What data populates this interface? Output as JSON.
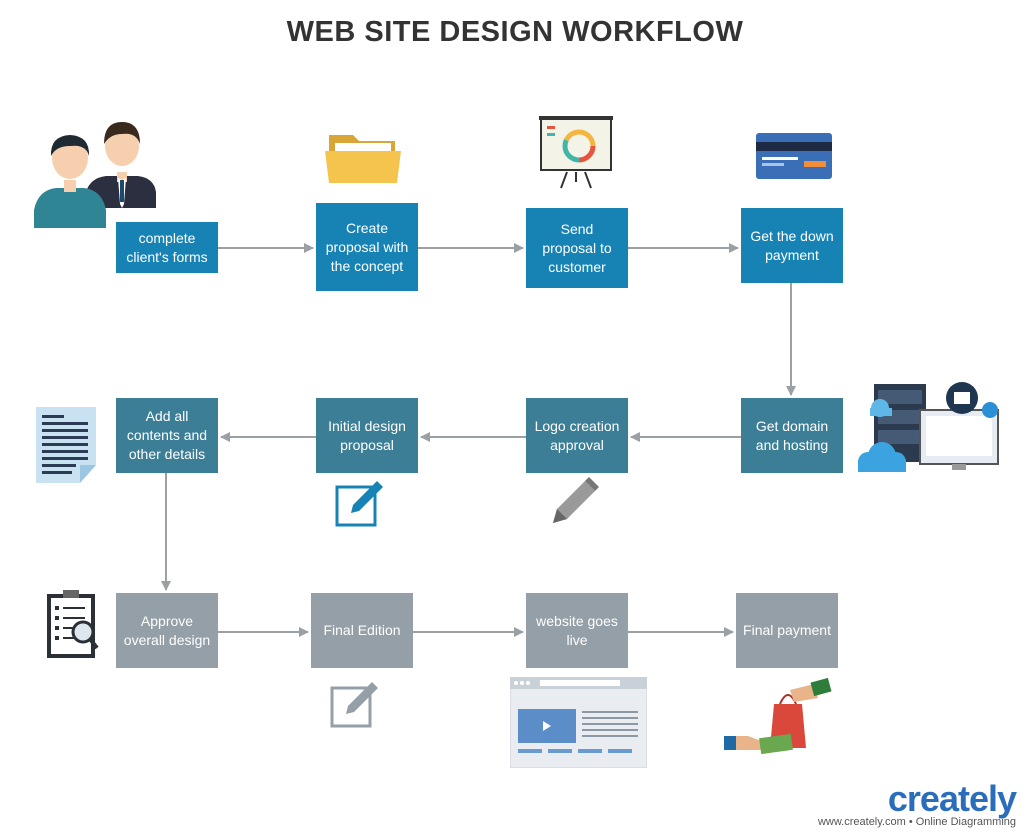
{
  "title": "WEB SITE DESIGN WORKFLOW",
  "steps": {
    "s1": "complete client's forms",
    "s2": "Create proposal with the concept",
    "s3": "Send proposal to customer",
    "s4": "Get the down payment",
    "s5": "Get domain and hosting",
    "s6": "Logo creation approval",
    "s7": "Initial design proposal",
    "s8": "Add all contents and other details",
    "s9": "Approve overall design",
    "s10": "Final Edition",
    "s11": "website goes live",
    "s12": "Final payment"
  },
  "icons": [
    "people-icon",
    "folder-icon",
    "presentation-chart-icon",
    "credit-card-icon",
    "server-cloud-icon",
    "document-icon",
    "edit-icon",
    "pencil-icon",
    "checklist-icon",
    "browser-icon",
    "payment-hands-icon"
  ],
  "branding": {
    "logo": "creately",
    "tagline": "www.creately.com • Online Diagramming"
  },
  "colors": {
    "row1": "#1783b4",
    "row2": "#3b7e96",
    "row3": "#949fa7",
    "connector": "#9aa0a4"
  }
}
